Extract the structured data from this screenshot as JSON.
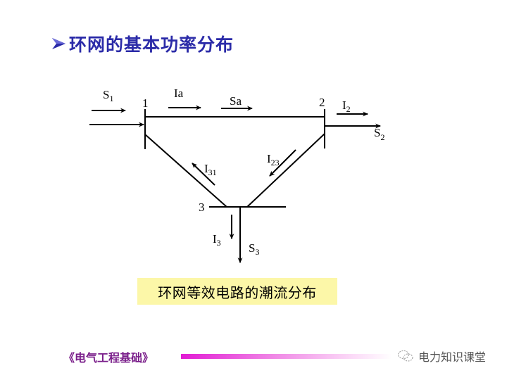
{
  "title": {
    "bullet_icon": "arrowhead-bullet-icon",
    "text": "环网的基本功率分布",
    "color": "#2b2ba8"
  },
  "diagram": {
    "nodes": [
      {
        "id": "1",
        "label": "1"
      },
      {
        "id": "2",
        "label": "2"
      },
      {
        "id": "3",
        "label": "3"
      }
    ],
    "labels": {
      "S1": {
        "main": "S",
        "sub": "1"
      },
      "Ia": {
        "main": "Ia",
        "sub": ""
      },
      "Sa": {
        "main": "Sa",
        "sub": ""
      },
      "I2": {
        "main": "I",
        "sub": "2"
      },
      "S2": {
        "main": "S",
        "sub": "2"
      },
      "I23": {
        "main": "I",
        "sub": "23"
      },
      "I31": {
        "main": "I",
        "sub": "31"
      },
      "I3": {
        "main": "I",
        "sub": "3"
      },
      "S3": {
        "main": "S",
        "sub": "3"
      }
    }
  },
  "caption": {
    "text": "环网等效电路的潮流分布",
    "background": "#fcf7a8"
  },
  "footer": {
    "course": "《电气工程基础》",
    "watermark": "电力知识课堂",
    "watermark_icon": "wechat-icon"
  }
}
